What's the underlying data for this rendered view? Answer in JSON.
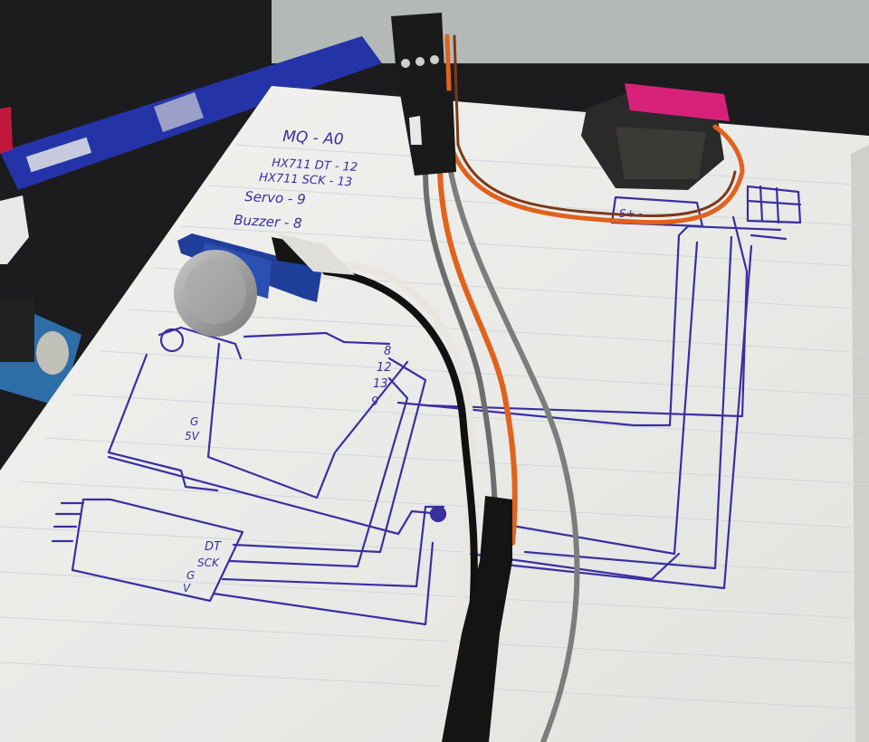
{
  "photo": {
    "subject": "notebook-circuit-sketch",
    "colors": {
      "desk": "#1c1c1e",
      "paper": "#eeeeec",
      "ink": "#3a2fa0",
      "pen_blue": "#2434a8",
      "wire_orange": "#e0621c",
      "wire_gray": "#7d7d7d",
      "wire_white": "#e8e6e0",
      "wire_black": "#111111",
      "servo_label": "#d8227a"
    }
  },
  "notes": {
    "line1": "MQ - A0",
    "line2": "HX711 DT - 12",
    "line3": "HX711 SCK - 13",
    "line4": "Servo - 9",
    "line5": "Buzzer - 8"
  },
  "arduino_pins": {
    "p1": "8",
    "p2": "12",
    "p3": "13",
    "p4": "9"
  },
  "hx711_pins": {
    "p1": "DT",
    "p2": "SCK",
    "p3": "G",
    "p4": "V"
  },
  "sensor_pins": {
    "p1": "G",
    "p2": "5V"
  },
  "servo_box": {
    "label": "S+ -"
  }
}
